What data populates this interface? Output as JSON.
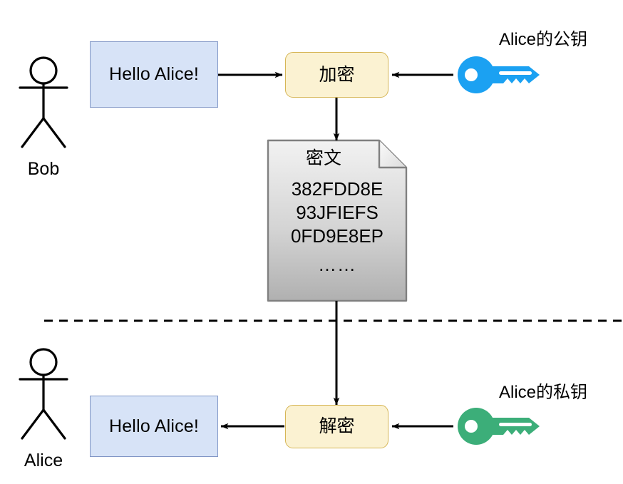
{
  "diagram": {
    "title_hidden": "",
    "colors": {
      "message_fill": "#d7e3f7",
      "message_stroke": "#8196c6",
      "process_fill": "#fbf2d2",
      "process_stroke": "#d6b656",
      "document_fill_top": "#efefef",
      "document_fill_bottom": "#b3b3b3",
      "document_stroke": "#808080",
      "public_key": "#1ba1f2",
      "private_key": "#3cae79",
      "arrow": "#000000",
      "divider": "#000000",
      "background": "#ffffff"
    },
    "sender": {
      "actor_name": "Bob",
      "message_text": "Hello Alice!",
      "process_label": "加密",
      "key_caption": "Alice的公钥",
      "key_type": "public-key-icon",
      "key_color": "#1ba1f2"
    },
    "receiver": {
      "actor_name": "Alice",
      "message_text": "Hello Alice!",
      "process_label": "解密",
      "key_caption": "Alice的私钥",
      "key_type": "private-key-icon",
      "key_color": "#3cae79"
    },
    "ciphertext": {
      "title": "密文",
      "lines": [
        "382FDD8E",
        "93JFIEFS",
        "0FD9E8EP"
      ],
      "ellipsis": "……"
    },
    "divider": {
      "style": "dashed"
    }
  }
}
